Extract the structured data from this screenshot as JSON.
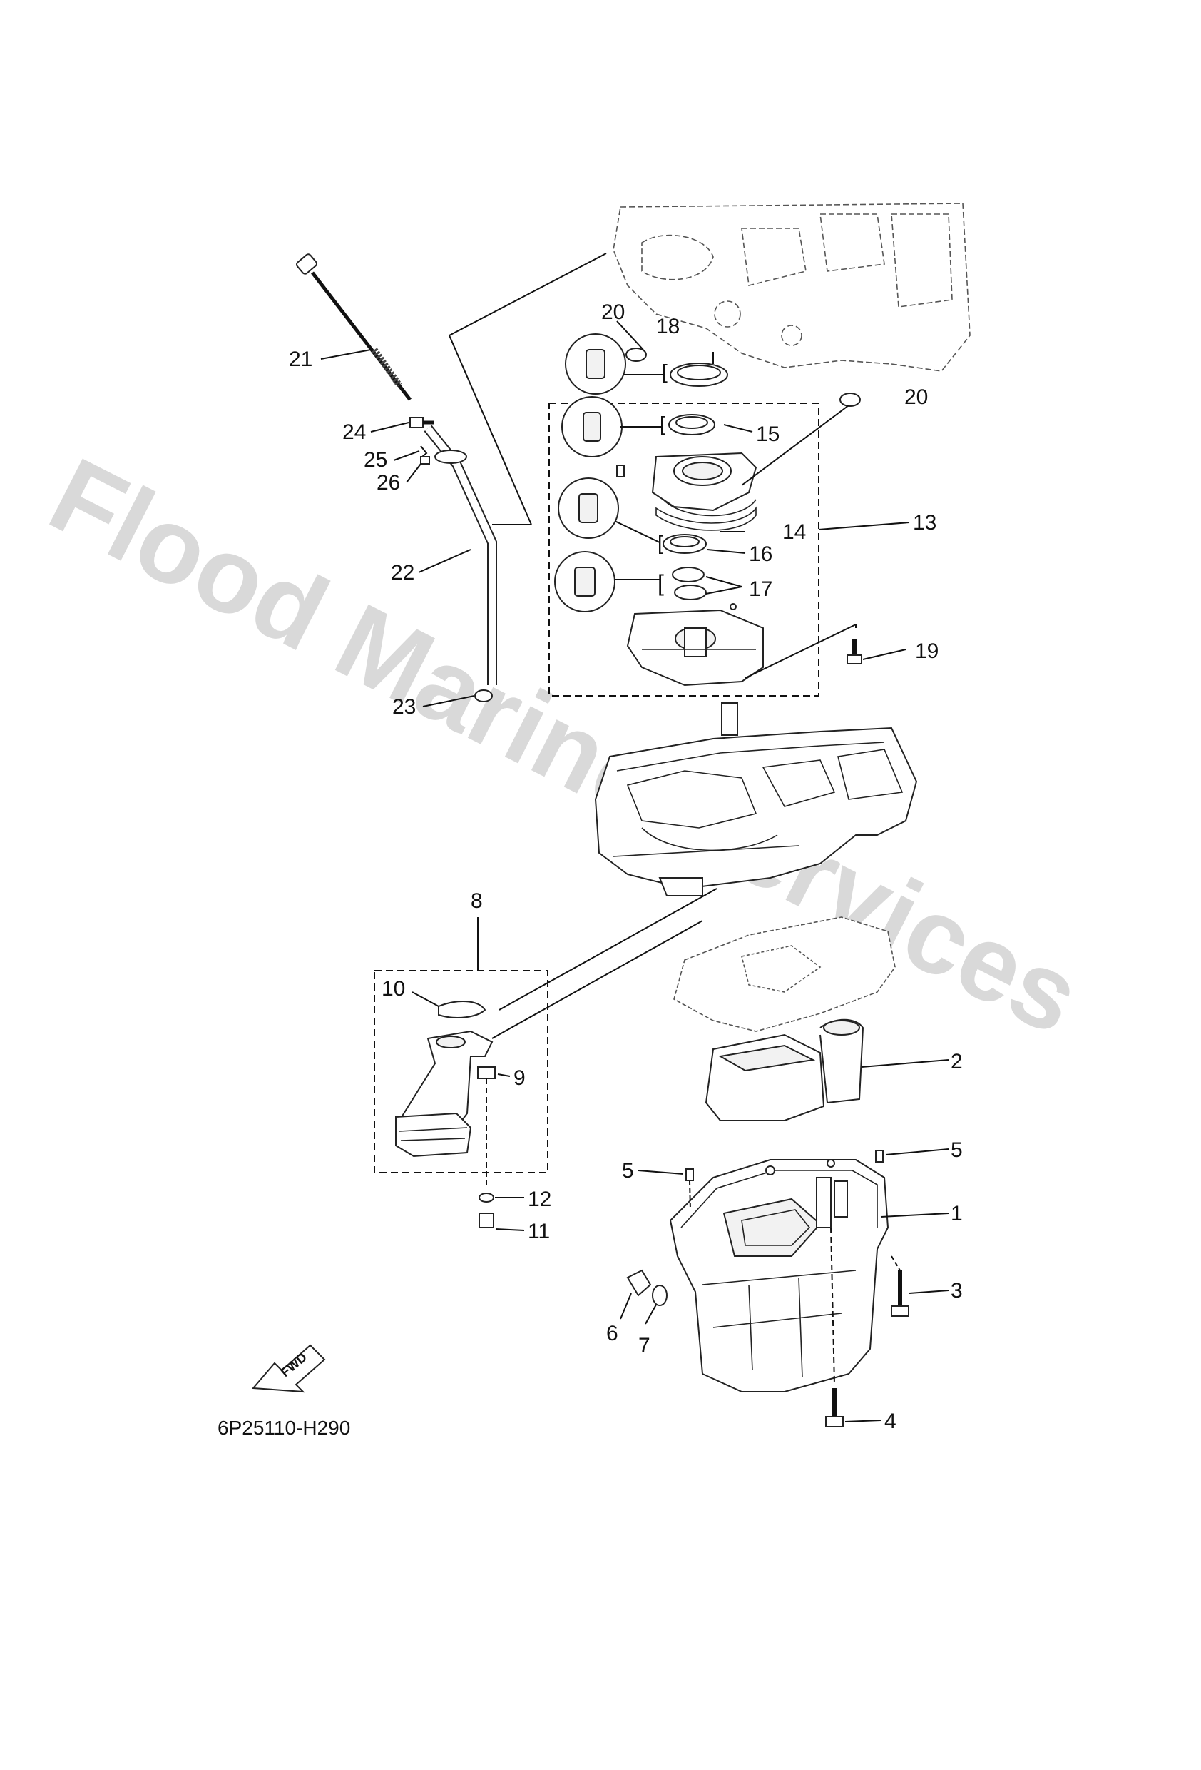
{
  "diagram": {
    "code": "6P25110-H290",
    "watermark": "Flood Marine Services",
    "fwd_label": "FWD",
    "callouts": {
      "c1": "1",
      "c2": "2",
      "c3": "3",
      "c4": "4",
      "c5a": "5",
      "c5b": "5",
      "c6": "6",
      "c7": "7",
      "c8": "8",
      "c9": "9",
      "c10": "10",
      "c11": "11",
      "c12": "12",
      "c13": "13",
      "c14": "14",
      "c15": "15",
      "c16": "16",
      "c17": "17",
      "c18": "18",
      "c19": "19",
      "c20a": "20",
      "c20b": "20",
      "c21": "21",
      "c22": "22",
      "c23": "23",
      "c24": "24",
      "c25": "25",
      "c26": "26"
    }
  }
}
